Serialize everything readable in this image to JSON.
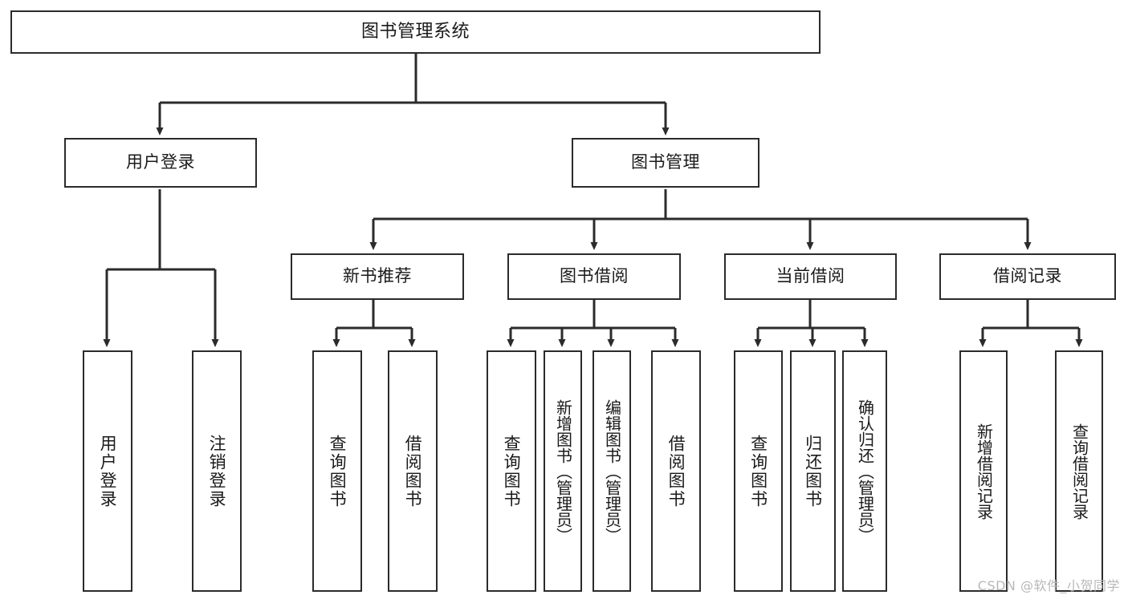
{
  "diagram": {
    "type": "tree",
    "title": "图书管理系统",
    "watermark": "CSDN @软件_小贺同学",
    "colors": {
      "background": "#ffffff",
      "node_border": "#2b2b2b",
      "node_fill": "#ffffff",
      "edge": "#2b2b2b",
      "text": "#1a1a1a",
      "watermark": "#b8b8b8"
    },
    "root": {
      "label": "图书管理系统"
    },
    "level2": [
      {
        "label": "用户登录"
      },
      {
        "label": "图书管理"
      }
    ],
    "level3": [
      {
        "label": "新书推荐"
      },
      {
        "label": "图书借阅"
      },
      {
        "label": "当前借阅"
      },
      {
        "label": "借阅记录"
      }
    ],
    "leaves": {
      "user_login": [
        {
          "label": "用户登录"
        },
        {
          "label": "注销登录"
        }
      ],
      "new_book_recommend": [
        {
          "label": "查询图书"
        },
        {
          "label": "借阅图书"
        }
      ],
      "book_borrow": [
        {
          "label": "查询图书"
        },
        {
          "label": "新增图书（管理员）"
        },
        {
          "label": "编辑图书（管理员）"
        },
        {
          "label": "借阅图书"
        }
      ],
      "current_borrow": [
        {
          "label": "查询图书"
        },
        {
          "label": "归还图书"
        },
        {
          "label": "确认归还（管理员）"
        }
      ],
      "borrow_record": [
        {
          "label": "新增借阅记录"
        },
        {
          "label": "查询借阅记录"
        }
      ]
    }
  }
}
